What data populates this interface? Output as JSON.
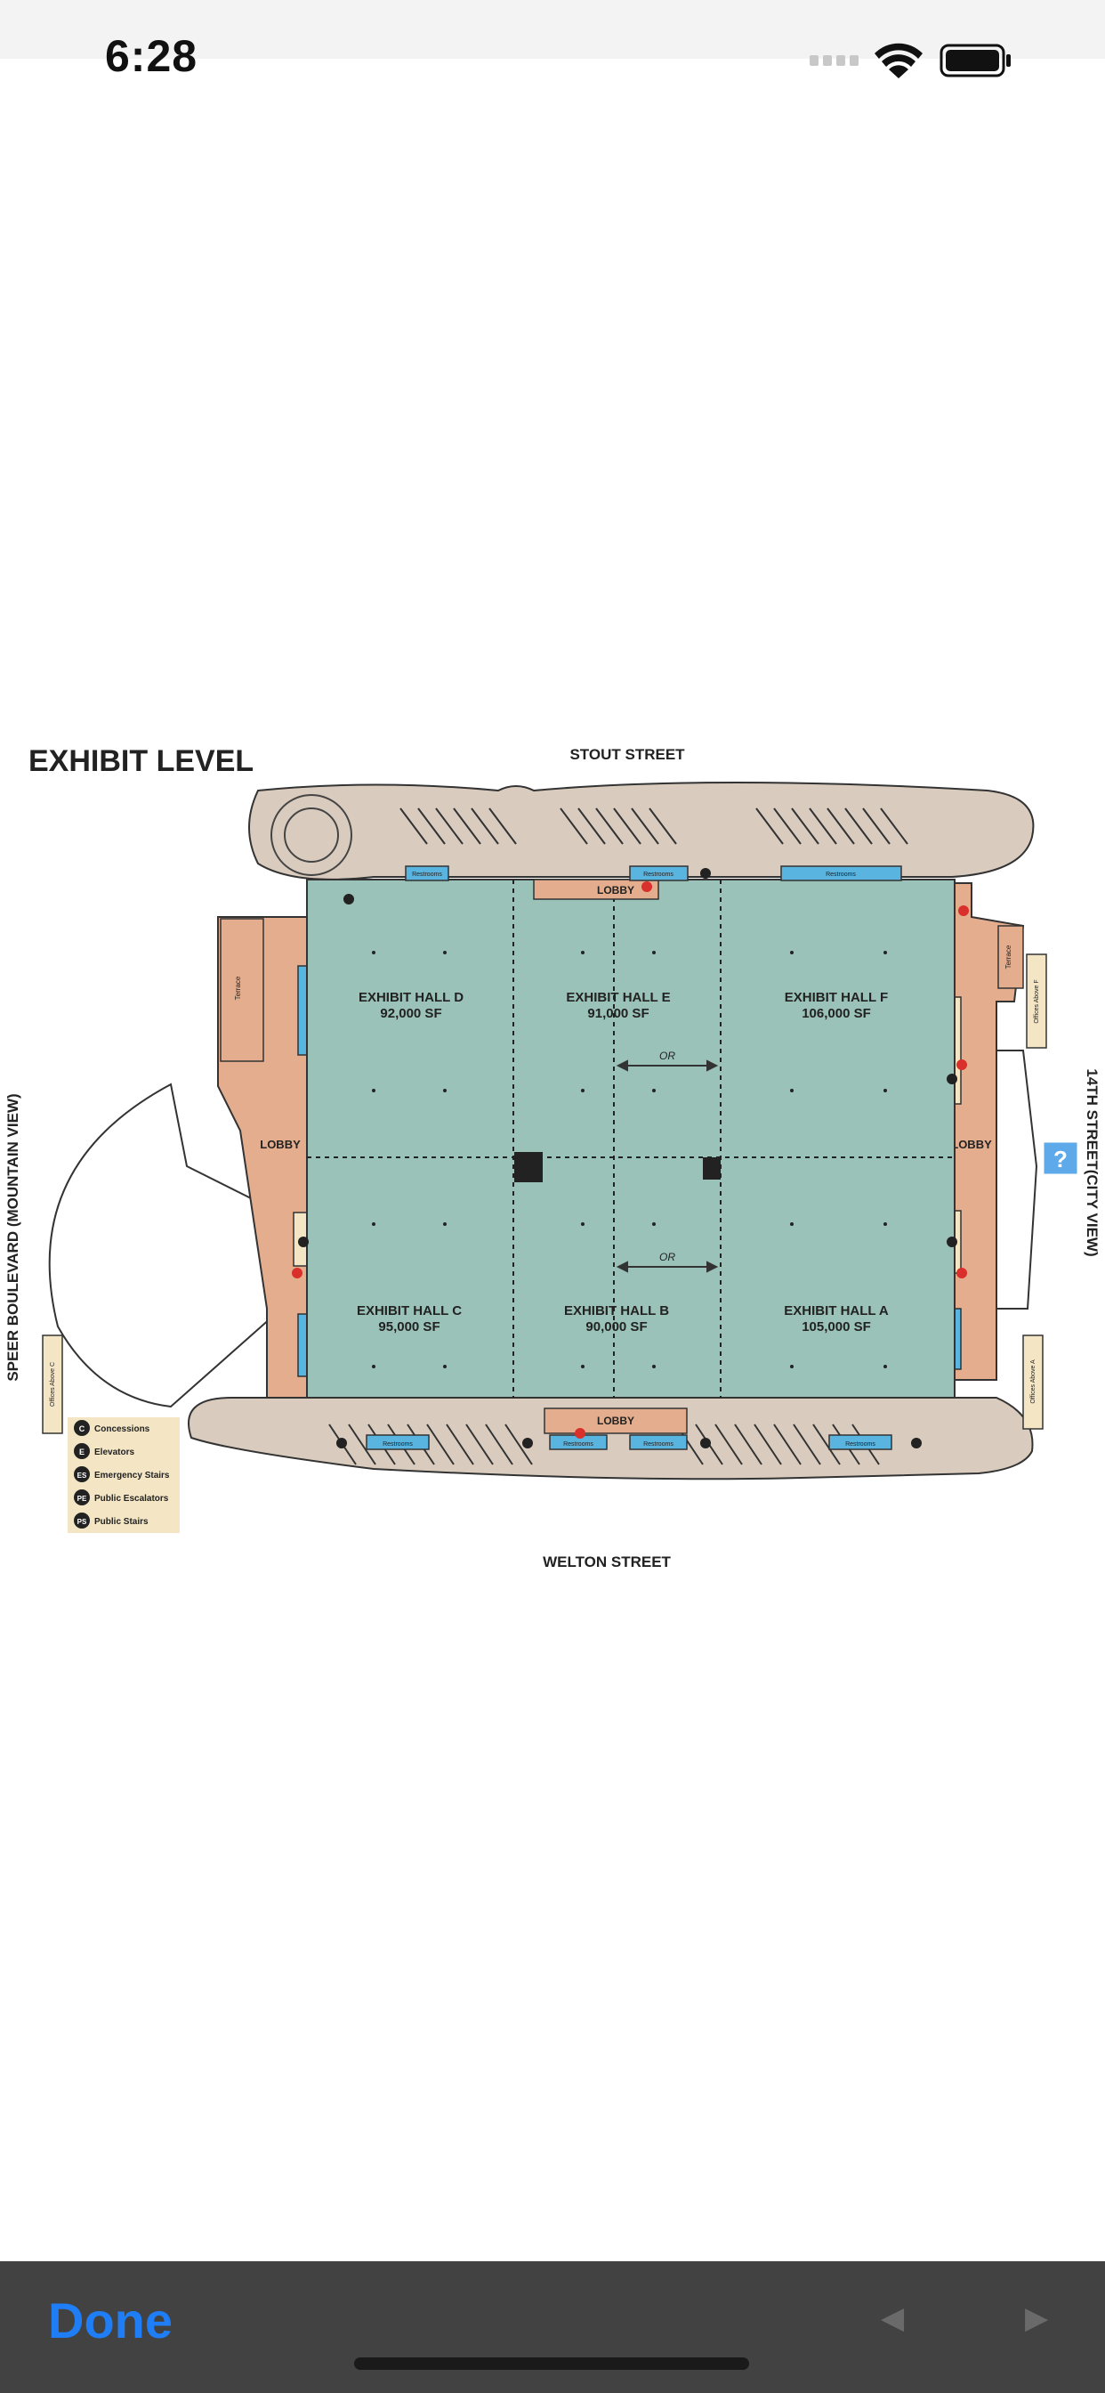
{
  "status": {
    "time": "6:28"
  },
  "map": {
    "title": "EXHIBIT LEVEL",
    "streets": {
      "north": "STOUT STREET",
      "south": "WELTON STREET",
      "west": "SPEER BOULEVARD (MOUNTAIN VIEW)",
      "east": "14TH STREET(CITY VIEW)"
    },
    "halls": [
      {
        "name": "EXHIBIT HALL D",
        "area": "92,000 SF"
      },
      {
        "name": "EXHIBIT HALL E",
        "area": "91,000 SF"
      },
      {
        "name": "EXHIBIT HALL F",
        "area": "106,000 SF"
      },
      {
        "name": "EXHIBIT HALL C",
        "area": "95,000 SF"
      },
      {
        "name": "EXHIBIT HALL B",
        "area": "90,000 SF"
      },
      {
        "name": "EXHIBIT HALL A",
        "area": 105000,
        "area_label": "105,000 SF"
      }
    ],
    "lobby": "LOBBY",
    "or_label": "OR",
    "restrooms": "Restrooms",
    "terrace": "Terrace",
    "offices_a": "Offices Above A",
    "offices_c": "Offices Above C",
    "offices_f": "Offices Above F",
    "help": "?",
    "legend": [
      {
        "code": "C",
        "label": "Concessions"
      },
      {
        "code": "E",
        "label": "Elevators"
      },
      {
        "code": "ES",
        "label": "Emergency Stairs"
      },
      {
        "code": "PE",
        "label": "Public Escalators"
      },
      {
        "code": "PS",
        "label": "Public Stairs"
      }
    ]
  },
  "toolbar": {
    "done_label": "Done",
    "prev_label": "◀",
    "next_label": "▶"
  }
}
